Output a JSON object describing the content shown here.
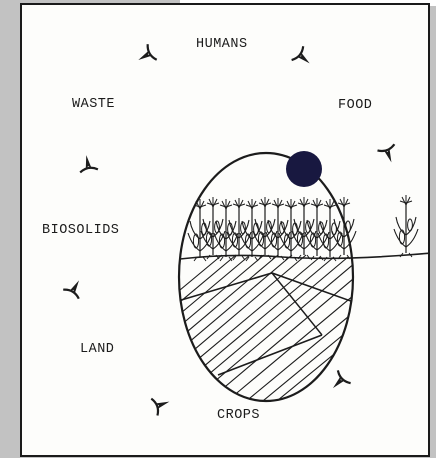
{
  "diagram": {
    "cycle_labels": {
      "humans": "HUMANS",
      "food": "FOOD",
      "crops": "CROPS",
      "land": "LAND",
      "biosolids": "BIOSOLIDS",
      "waste": "WASTE"
    }
  },
  "colors": {
    "ink": "#1c1c1c",
    "sun": "#181840",
    "paper": "#fdfdfb",
    "surround": "#c2c2c2"
  },
  "icons": [
    "cycle-arrow-icon",
    "sun-icon",
    "corn-plant-icon"
  ]
}
